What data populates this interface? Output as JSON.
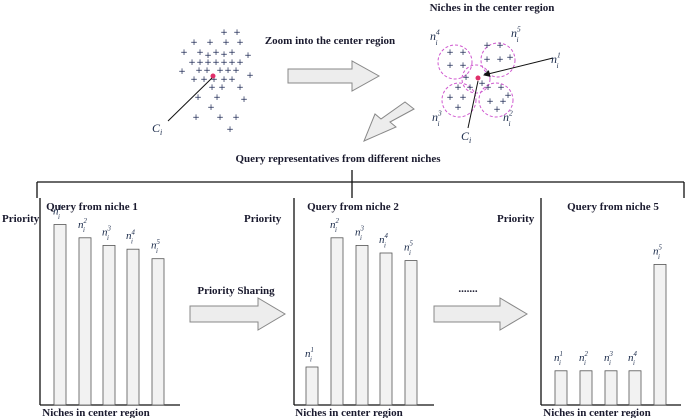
{
  "top": {
    "zoom_label": "Zoom into the center region",
    "niches_title": "Niches in the center region",
    "ci_label": "C",
    "ci_sub": "i",
    "query_label": "Query representatives from different niches"
  },
  "niche_labels": {
    "n": "n",
    "i": "i",
    "n1": "1",
    "n2": "2",
    "n3": "3",
    "n4": "4",
    "n5": "5"
  },
  "chart_data": [
    {
      "type": "bar",
      "title": "Query from niche 1",
      "ylabel": "Priority",
      "xlabel": "Niches in center region",
      "categories": [
        "n_i^1",
        "n_i^2",
        "n_i^3",
        "n_i^4",
        "n_i^5"
      ],
      "values": [
        0.95,
        0.88,
        0.84,
        0.82,
        0.77
      ]
    },
    {
      "type": "bar",
      "title": "Query from niche 2",
      "ylabel": "Priority",
      "xlabel": "Niches in center region",
      "categories": [
        "n_i^1",
        "n_i^2",
        "n_i^3",
        "n_i^4",
        "n_i^5"
      ],
      "values": [
        0.2,
        0.88,
        0.84,
        0.8,
        0.76
      ]
    },
    {
      "type": "bar",
      "title": "Query from niche 5",
      "ylabel": "Priority",
      "xlabel": "Niches in center region",
      "categories": [
        "n_i^1",
        "n_i^2",
        "n_i^3",
        "n_i^4",
        "n_i^5"
      ],
      "values": [
        0.18,
        0.18,
        0.18,
        0.18,
        0.74
      ]
    }
  ],
  "middle": {
    "priority_sharing": "Priority Sharing",
    "dots": "......."
  },
  "colors": {
    "bar_fill": "#f2f2f2",
    "bar_stroke": "#555555",
    "circle": "#d05ad0",
    "arrow_fill": "#ededed",
    "text": "#1a1a2e"
  }
}
